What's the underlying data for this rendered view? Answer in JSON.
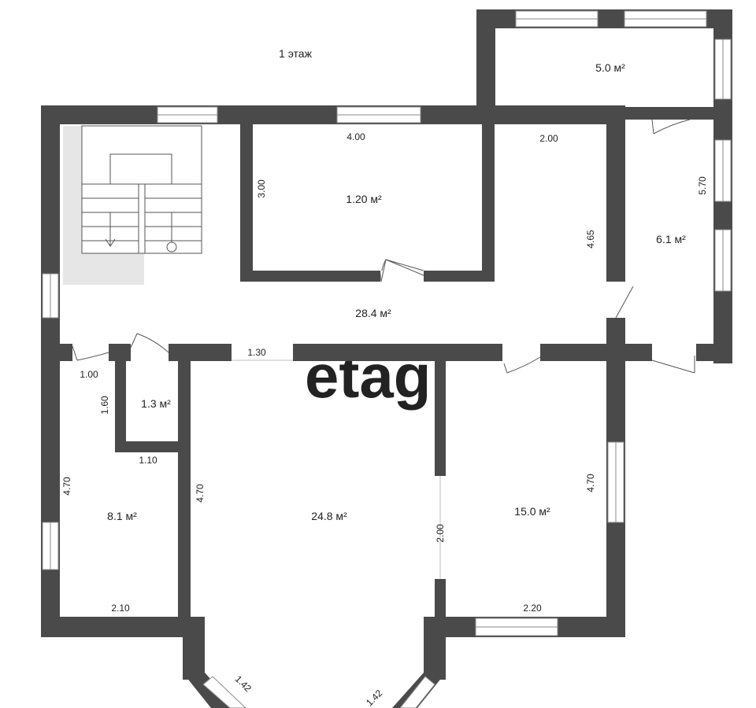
{
  "floor_title": "1 этаж",
  "watermark": "etagi",
  "rooms": {
    "storage_top": "5.0 м²",
    "room_center_top": "1.20 м²",
    "room_right_top": "6.1 м²",
    "hall": "28.4 м²",
    "closet": "1.3 м²",
    "room_left": "8.1 м²",
    "room_center": "24.8 м²",
    "room_right": "15.0 м²"
  },
  "dimensions": {
    "d400": "4.00",
    "d300": "3.00",
    "d200_top": "2.00",
    "d465": "4.65",
    "d570": "5.70",
    "d130": "1.30",
    "d100": "1.00",
    "d160": "1.60",
    "d110": "1.10",
    "d470_left": "4.70",
    "d470_mid": "4.70",
    "d470_right": "4.70",
    "d200_mid": "2.00",
    "d210": "2.10",
    "d220": "2.20",
    "d142_left": "1.42",
    "d142_right": "1.42"
  },
  "colors": {
    "wall": "#4a4a4a",
    "window": "#ffffff",
    "stair_fill": "#e6e6e6",
    "watermark": "#dedede"
  }
}
